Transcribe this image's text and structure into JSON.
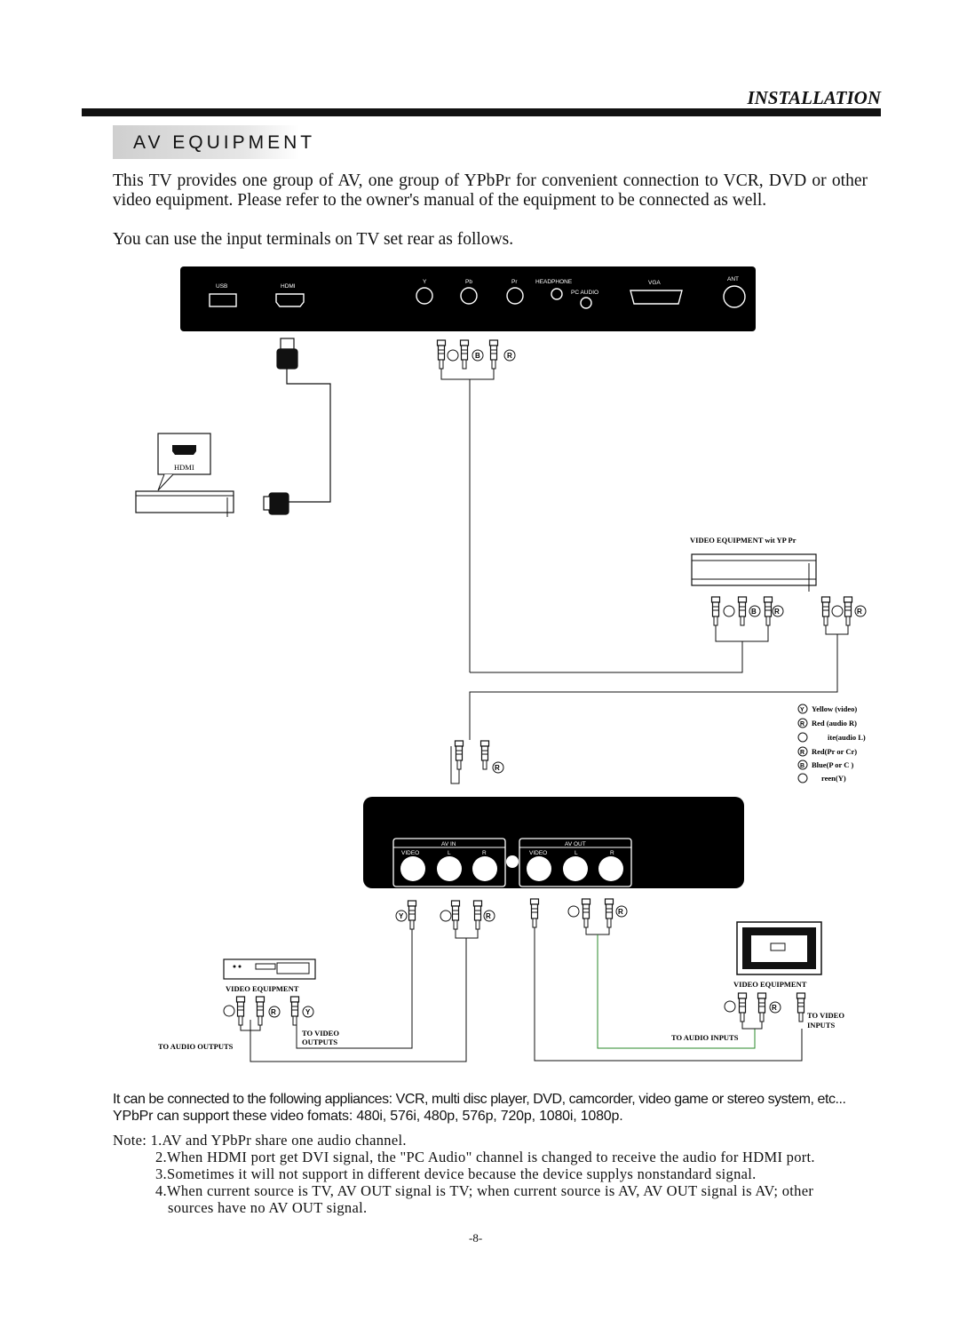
{
  "header": {
    "title": "INSTALLATION"
  },
  "section": {
    "title": "AV EQUIPMENT"
  },
  "intro": {
    "line1": "This TV provides one group of AV, one group of YPbPr for convenient connection to VCR, DVD or other video equipment. Please refer to the owner's manual of the equipment to be connected as well.",
    "line2": "You can use the input terminals on TV set rear as follows."
  },
  "panel": {
    "usb": "USB",
    "hdmi": "HDMI",
    "y": "Y",
    "pb": "Pb",
    "pr": "Pr",
    "headphone": "HEADPHONE",
    "pc_audio": "PC AUDIO",
    "vga": "VGA",
    "ant": "ANT"
  },
  "hdmi_device_label": "HDMI",
  "ypbpr_device_label": "VIDEO EQUIPMENT wit  YP   Pr",
  "legend": [
    {
      "code": "Y",
      "text": "Yellow (video)"
    },
    {
      "code": "R",
      "text": "Red (audio R)"
    },
    {
      "code": "",
      "text": "ite(audio L)"
    },
    {
      "code": "R",
      "text": "Red(Pr or Cr)"
    },
    {
      "code": "B",
      "text": "Blue(P    or C    )"
    },
    {
      "code": "",
      "text": "reen(Y)"
    }
  ],
  "av_panel": {
    "av_in": "AV IN",
    "av_out": "AV OUT",
    "video": "VIDEO",
    "l": "L",
    "r": "R"
  },
  "plug_codes": {
    "b": "B",
    "r": "R",
    "y": "Y"
  },
  "left_device": {
    "label": "VIDEO EQUIPMENT",
    "to_audio_outputs": "TO AUDIO OUTPUTS",
    "to_video_outputs": "TO VIDEO OUTPUTS"
  },
  "right_device": {
    "label": "VIDEO EQUIPMENT",
    "to_audio_inputs": "TO AUDIO INPUTS",
    "to_video_inputs": "TO VIDEO INPUTS"
  },
  "compat": {
    "line1": "It can be connected to the following appliances: VCR, multi disc player, DVD, camcorder, video game or stereo system, etc...",
    "line2": "YPbPr can support these video fomats: 480i, 576i, 480p, 576p, 720p, 1080i, 1080p."
  },
  "notes": {
    "n1": "Note: 1.AV and YPbPr share one audio channel.",
    "n2": "2.When HDMI port get DVI signal, the \"PC Audio\" channel is changed to receive the audio for HDMI port.",
    "n3": "3.Sometimes it will not support in different device because the device supplys nonstandard signal.",
    "n4a": "4.When current source is TV, AV OUT signal is TV; when current source is AV, AV OUT signal is AV; other",
    "n4b": "sources have no AV OUT signal."
  },
  "page_number": "-8-"
}
